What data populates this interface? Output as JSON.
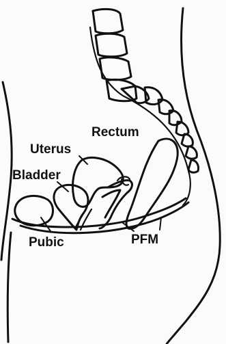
{
  "diagram": {
    "labels": {
      "rectum": "Rectum",
      "uterus": "Uterus",
      "bladder": "Bladder",
      "pubic": "Pubic",
      "pfm": "PFM"
    }
  }
}
